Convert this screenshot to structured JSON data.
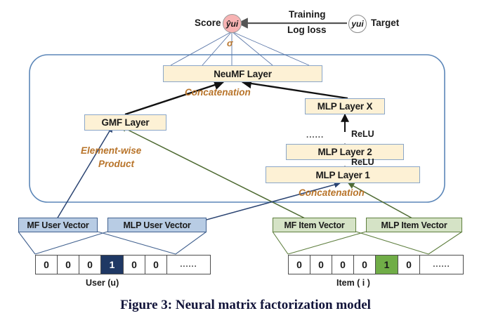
{
  "figure": {
    "caption": "Figure 3:  Neural matrix factorization model"
  },
  "top": {
    "score_label": "Score",
    "score_node": "ŷui",
    "sigma": "σ",
    "training_label": "Training",
    "logloss_label": "Log loss",
    "target_node": "yui",
    "target_label": "Target"
  },
  "layers": {
    "neumf": "NeuMF Layer",
    "gmf": "GMF Layer",
    "mlp_x": "MLP Layer X",
    "mlp_2": "MLP Layer 2",
    "mlp_1": "MLP Layer 1"
  },
  "edge_labels": {
    "concatenation_top": "Concatenation",
    "concatenation_bottom": "Concatenation",
    "element_wise": "Element-wise",
    "product": "Product",
    "relu_upper": "ReLU",
    "relu_lower": "ReLU",
    "dots_relu": "......"
  },
  "embeddings": {
    "mf_user": "MF User Vector",
    "mlp_user": "MLP User Vector",
    "mf_item": "MF Item Vector",
    "mlp_item": "MLP Item Vector"
  },
  "inputs": {
    "user": {
      "label": "User (u)",
      "cells": [
        "0",
        "0",
        "0",
        "1",
        "0",
        "0",
        "......"
      ],
      "hot_index": 3
    },
    "item": {
      "label": "Item ( i )",
      "cells": [
        "0",
        "0",
        "0",
        "0",
        "1",
        "0",
        "......"
      ],
      "hot_index": 4
    }
  },
  "colors": {
    "layer_fill": "#fdf1d5",
    "layer_border": "#8aa6c8",
    "user_fill": "#b8cce4",
    "user_border": "#41618f",
    "item_fill": "#d5e3c6",
    "item_border": "#5f7f3f",
    "score_fill": "#f7b3b3",
    "user_hot": "#1f3864",
    "item_hot": "#70ad47",
    "label_orange": "#b8742a",
    "container_border": "#5b86b8"
  }
}
